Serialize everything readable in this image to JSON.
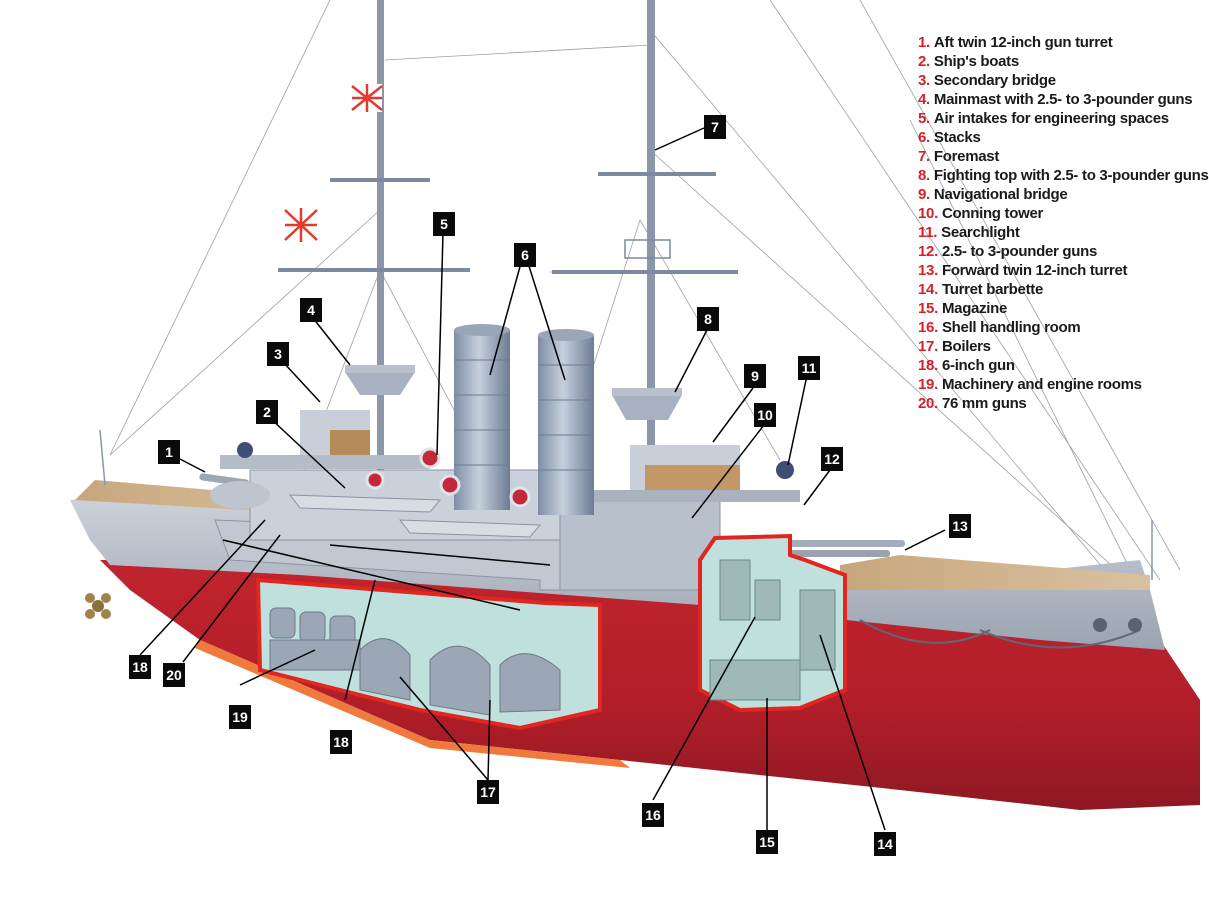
{
  "colors": {
    "hull_red": "#b8202b",
    "hull_gray": "#a9b1bd",
    "superstructure": "#c4cad4",
    "deck_wood": "#c9ab84",
    "cutaway_outline": "#e0261e",
    "cutaway_fill": "#bfe0dc",
    "boot_topping": "#f07a3e",
    "legend_number": "#d8202a",
    "callout_box": "#0a0a0a"
  },
  "legend": [
    {
      "num": "1.",
      "label": "Aft twin 12-inch gun turret"
    },
    {
      "num": "2.",
      "label": "Ship's boats"
    },
    {
      "num": "3.",
      "label": "Secondary bridge"
    },
    {
      "num": "4.",
      "label": "Mainmast with 2.5- to 3-pounder guns"
    },
    {
      "num": "5.",
      "label": "Air intakes for engineering spaces"
    },
    {
      "num": "6.",
      "label": "Stacks"
    },
    {
      "num": "7.",
      "label": "Foremast"
    },
    {
      "num": "8.",
      "label": "Fighting top with 2.5- to 3-pounder guns"
    },
    {
      "num": "9.",
      "label": "Navigational bridge"
    },
    {
      "num": "10.",
      "label": "Conning tower"
    },
    {
      "num": "11.",
      "label": "Searchlight"
    },
    {
      "num": "12.",
      "label": "2.5- to 3-pounder guns"
    },
    {
      "num": "13.",
      "label": "Forward twin 12-inch turret"
    },
    {
      "num": "14.",
      "label": "Turret barbette"
    },
    {
      "num": "15.",
      "label": "Magazine"
    },
    {
      "num": "16.",
      "label": "Shell handling room"
    },
    {
      "num": "17.",
      "label": "Boilers"
    },
    {
      "num": "18.",
      "label": "6-inch gun"
    },
    {
      "num": "19.",
      "label": "Machinery and engine rooms"
    },
    {
      "num": "20.",
      "label": "76 mm guns"
    }
  ],
  "callouts": [
    {
      "id": "1",
      "label": "1"
    },
    {
      "id": "2",
      "label": "2"
    },
    {
      "id": "3",
      "label": "3"
    },
    {
      "id": "4",
      "label": "4"
    },
    {
      "id": "5",
      "label": "5"
    },
    {
      "id": "6",
      "label": "6"
    },
    {
      "id": "7",
      "label": "7"
    },
    {
      "id": "8",
      "label": "8"
    },
    {
      "id": "9",
      "label": "9"
    },
    {
      "id": "10",
      "label": "10"
    },
    {
      "id": "11",
      "label": "11"
    },
    {
      "id": "12",
      "label": "12"
    },
    {
      "id": "13",
      "label": "13"
    },
    {
      "id": "14",
      "label": "14"
    },
    {
      "id": "15",
      "label": "15"
    },
    {
      "id": "16",
      "label": "16"
    },
    {
      "id": "17",
      "label": "17"
    },
    {
      "id": "18a",
      "label": "18"
    },
    {
      "id": "18b",
      "label": "18"
    },
    {
      "id": "19",
      "label": "19"
    },
    {
      "id": "20",
      "label": "20"
    }
  ]
}
